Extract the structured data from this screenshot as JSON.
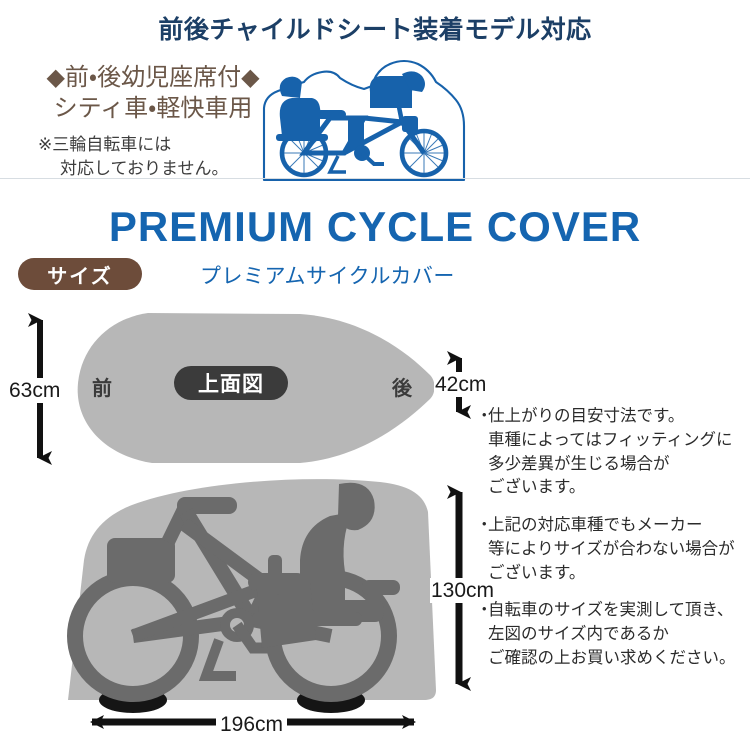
{
  "header": {
    "title": "前後チャイルドシート装着モデル対応"
  },
  "intro": {
    "line1": "◆前・後幼児座席付◆",
    "line2": "シティ車・軽快車用",
    "note_line1": "※三輪自転車には",
    "note_line2": "対応しておりません。"
  },
  "artwork": {
    "bike_icon": "bicycle-with-child-seats-icon"
  },
  "title": {
    "main": "PREMIUM CYCLE COVER",
    "sub": "プレミアムサイクルカバー",
    "badge": "サイズ"
  },
  "diagram": {
    "top_view": {
      "badge": "上面図",
      "front_label": "前",
      "rear_label": "後",
      "width_label": "63cm",
      "rear_width_label": "42cm"
    },
    "side_view": {
      "height_label": "130cm",
      "length_label": "196cm"
    }
  },
  "notes": [
    {
      "bullet": "・",
      "lines": [
        "仕上がりの目安寸法です。",
        "車種によってはフィッティングに",
        "多少差異が生じる場合が",
        "ございます。"
      ]
    },
    {
      "bullet": "・",
      "lines": [
        "上記の対応車種でもメーカー",
        "等によりサイズが合わない場合が",
        "ございます。"
      ]
    },
    {
      "bullet": "・",
      "lines": [
        "自転車のサイズを実測して頂き、",
        "左図のサイズ内であるか",
        "ご確認の上お買い求めください。"
      ]
    }
  ],
  "colors": {
    "header_blue": "#1c3f66",
    "title_blue": "#1565b0",
    "brown": "#6b5748",
    "badge_brown": "#6d4c3a",
    "cover_gray": "#b7b7b7",
    "bike_gray": "#6b6b6b",
    "dark_gray": "#3b3b3b",
    "art_blue": "#1762ab"
  }
}
